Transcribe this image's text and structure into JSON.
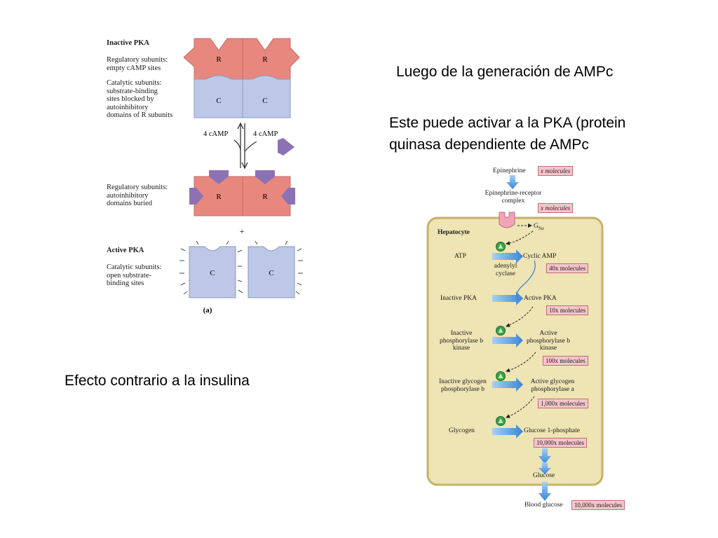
{
  "slide": {
    "text1": "Luego de la generación de AMPc",
    "text2_line1": "Este puede activar a la PKA (protein",
    "text2_line2": "quinasa dependiente de AMPc",
    "text3": "Efecto contrario a la insulina"
  },
  "pka_figure": {
    "inactive_title": "Inactive PKA",
    "reg_empty_l1": "Regulatory subunits:",
    "reg_empty_l2": "empty cAMP sites",
    "cat_blocked_l1": "Catalytic subunits:",
    "cat_blocked_l2": "substrate-binding",
    "cat_blocked_l3": "sites blocked by",
    "cat_blocked_l4": "autoinhibitory",
    "cat_blocked_l5": "domains of R subunits",
    "camp_left": "4 cAMP",
    "camp_right": "4 cAMP",
    "reg_buried_l1": "Regulatory subunits:",
    "reg_buried_l2": "autoinhibitory",
    "reg_buried_l3": "domains buried",
    "plus": "+",
    "active_title": "Active PKA",
    "cat_open_l1": "Catalytic subunits:",
    "cat_open_l2": "open substrate-",
    "cat_open_l3": "binding sites",
    "panel_label": "(a)",
    "r_label": "R",
    "c_label": "C",
    "colors": {
      "regulatory": "#e8877e",
      "catalytic": "#bcc8e6",
      "camp": "#8c72b4"
    }
  },
  "cascade": {
    "epinephrine": "Epinephrine",
    "epi_amount": "x molecules",
    "receptor_l1": "Epinephrine-receptor",
    "receptor_l2": "complex",
    "receptor_amount": "x molecules",
    "gs": "G",
    "gs_sub": "Sα",
    "cell_label": "Hepatocyte",
    "atp": "ATP",
    "cyclic_amp": "Cyclic AMP",
    "adenylyl_l1": "adenylyl",
    "adenylyl_l2": "cyclase",
    "camp_amount": "40x molecules",
    "inactive_pka": "Inactive PKA",
    "active_pka": "Active PKA",
    "pka_amount": "10x molecules",
    "inactive_pk_l1": "Inactive",
    "inactive_pk_l2": "phosphorylase b",
    "inactive_pk_l3": "kinase",
    "active_pk_l1": "Active",
    "active_pk_l2": "phosphorylase b",
    "active_pk_l3": "kinase",
    "pk_amount": "100x molecules",
    "inactive_gp_l1": "Inactive glycogen",
    "inactive_gp_l2": "phosphorylase b",
    "active_gp_l1": "Active glycogen",
    "active_gp_l2": "phosphorylase a",
    "gp_amount": "1,000x molecules",
    "glycogen": "Glycogen",
    "g1p": "Glucose 1-phosphate",
    "g1p_amount": "10,000x molecules",
    "glucose": "Glucose",
    "blood_glucose": "Blood glucose",
    "blood_amount": "10,000x molecules",
    "colors": {
      "cell_fill": "#eee4b4",
      "cell_border": "#c4b268",
      "arrow": "#4a90d6",
      "enzyme": "#3aa04a",
      "amount_box": "#f4c6cc"
    }
  }
}
